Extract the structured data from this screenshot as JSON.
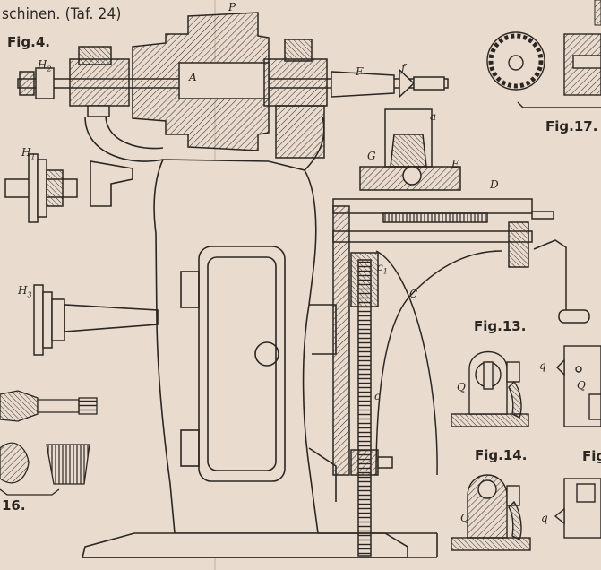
{
  "plate": {
    "header": "schinen. (Taf. 24)",
    "colors": {
      "paper": "#e9dccf",
      "ink": "#2b2622",
      "fold_line": "#cdbfae"
    },
    "figures": {
      "fig4": "Fig.4.",
      "fig13": "Fig.13.",
      "fig14": "Fig.14.",
      "fig16": "16.",
      "fig17": "Fig.17.",
      "fig_cut": "Fig"
    },
    "letters": {
      "P": "P",
      "A": "A",
      "F": "F",
      "f": "f",
      "a": "a",
      "G": "G",
      "E": "E",
      "D": "D",
      "C": "C",
      "c": "c",
      "H2": "H",
      "H2_sub": "2",
      "H1": "H",
      "H1_sub": "1",
      "H3": "H",
      "H3_sub": "3",
      "c1": "c",
      "c1_sub": "1",
      "Q1": "Q",
      "q1": "q",
      "Q2": "Q",
      "Q3": "Q",
      "q3": "q",
      "q4": "q"
    }
  }
}
